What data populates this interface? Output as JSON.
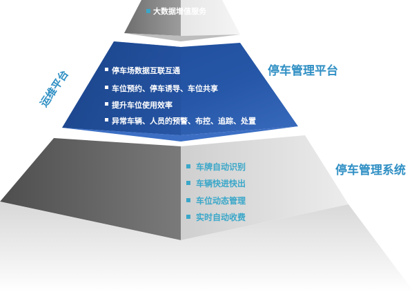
{
  "pyramid": {
    "top": {
      "items": [
        "大数据增值服务"
      ]
    },
    "middle": {
      "title": "停车管理平台",
      "items": [
        "停车场数据互联互通",
        "车位预约、停车诱导、车位共享",
        "提升车位使用效率",
        "异常车辆、人员的预警、布控、追踪、处置"
      ]
    },
    "bottom": {
      "title": "停车管理系统",
      "items": [
        "车牌自动识别",
        "车辆快进快出",
        "车位动态管理",
        "实时自动收费"
      ]
    },
    "side_label": "运维平台"
  },
  "colors": {
    "top_gray": "#9a9a9a",
    "mid_blue": "#1f4f9f",
    "mid_blue_light": "#3566b8",
    "title_blue": "#2f8fc4",
    "bullet_teal": "#3aa7c9",
    "bottom_dark": "#5a5a5a",
    "bottom_light": "#d4d4d4"
  }
}
